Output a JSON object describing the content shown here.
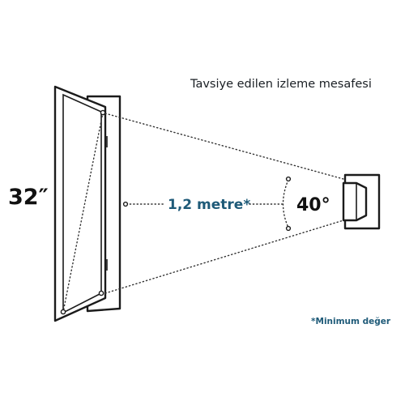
{
  "title": "Tavsiye edilen izleme mesafesi",
  "screen_size": "32″",
  "distance_label": "1,2 metre*",
  "angle_label": "40°",
  "footnote": "*Minimum değer",
  "colors": {
    "accent": "#1e5a78",
    "outline": "#1b1b1b",
    "dots": "#333333",
    "text": "#1a1f24"
  }
}
